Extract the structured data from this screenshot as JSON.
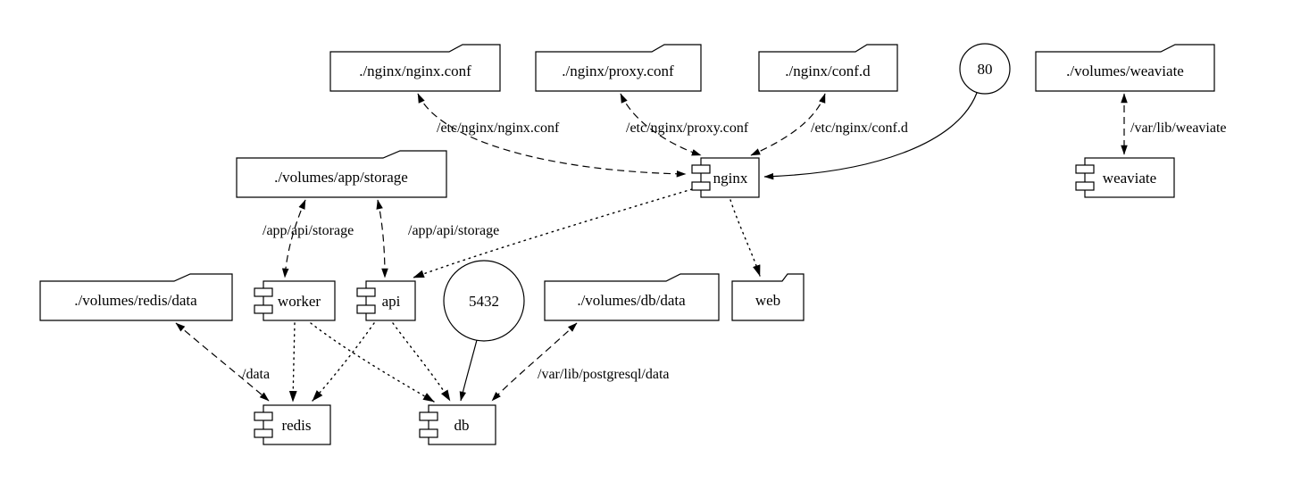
{
  "colors": {
    "stroke": "#000000",
    "background": "#ffffff",
    "node_fill": "#ffffff"
  },
  "nodes": {
    "nginx_conf": {
      "label": "./nginx/nginx.conf",
      "shape": "folder"
    },
    "proxy_conf": {
      "label": "./nginx/proxy.conf",
      "shape": "folder"
    },
    "conf_d": {
      "label": "./nginx/conf.d",
      "shape": "folder"
    },
    "port_80": {
      "label": "80",
      "shape": "circle"
    },
    "volumes_weaviate": {
      "label": "./volumes/weaviate",
      "shape": "folder"
    },
    "volumes_app_storage": {
      "label": "./volumes/app/storage",
      "shape": "folder"
    },
    "nginx": {
      "label": "nginx",
      "shape": "component"
    },
    "weaviate": {
      "label": "weaviate",
      "shape": "component"
    },
    "volumes_redis_data": {
      "label": "./volumes/redis/data",
      "shape": "folder"
    },
    "worker": {
      "label": "worker",
      "shape": "component"
    },
    "api": {
      "label": "api",
      "shape": "component"
    },
    "port_5432": {
      "label": "5432",
      "shape": "circle"
    },
    "volumes_db_data": {
      "label": "./volumes/db/data",
      "shape": "folder"
    },
    "web": {
      "label": "web",
      "shape": "folder"
    },
    "redis": {
      "label": "redis",
      "shape": "component"
    },
    "db": {
      "label": "db",
      "shape": "component"
    }
  },
  "edges": [
    {
      "from": "nginx",
      "to": "./nginx/nginx.conf",
      "style": "dashed",
      "direction": "both",
      "label": "/etc/nginx/nginx.conf"
    },
    {
      "from": "nginx",
      "to": "./nginx/proxy.conf",
      "style": "dashed",
      "direction": "both",
      "label": "/etc/nginx/proxy.conf"
    },
    {
      "from": "nginx",
      "to": "./nginx/conf.d",
      "style": "dashed",
      "direction": "both",
      "label": "/etc/nginx/conf.d"
    },
    {
      "from": "80",
      "to": "nginx",
      "style": "solid",
      "direction": "forward",
      "label": ""
    },
    {
      "from": "weaviate",
      "to": "./volumes/weaviate",
      "style": "dashed",
      "direction": "both",
      "label": "/var/lib/weaviate"
    },
    {
      "from": "worker",
      "to": "./volumes/app/storage",
      "style": "dashed",
      "direction": "both",
      "label": "/app/api/storage"
    },
    {
      "from": "api",
      "to": "./volumes/app/storage",
      "style": "dashed",
      "direction": "both",
      "label": "/app/api/storage"
    },
    {
      "from": "nginx",
      "to": "api",
      "style": "dotted",
      "direction": "forward",
      "label": ""
    },
    {
      "from": "nginx",
      "to": "web",
      "style": "dotted",
      "direction": "forward",
      "label": ""
    },
    {
      "from": "worker",
      "to": "redis",
      "style": "dotted",
      "direction": "forward",
      "label": ""
    },
    {
      "from": "worker",
      "to": "db",
      "style": "dotted",
      "direction": "forward",
      "label": ""
    },
    {
      "from": "api",
      "to": "redis",
      "style": "dotted",
      "direction": "forward",
      "label": ""
    },
    {
      "from": "api",
      "to": "db",
      "style": "dotted",
      "direction": "forward",
      "label": ""
    },
    {
      "from": "redis",
      "to": "./volumes/redis/data",
      "style": "dashed",
      "direction": "both",
      "label": "/data"
    },
    {
      "from": "db",
      "to": "./volumes/db/data",
      "style": "dashed",
      "direction": "both",
      "label": "/var/lib/postgresql/data"
    },
    {
      "from": "5432",
      "to": "db",
      "style": "solid",
      "direction": "forward",
      "label": ""
    }
  ]
}
